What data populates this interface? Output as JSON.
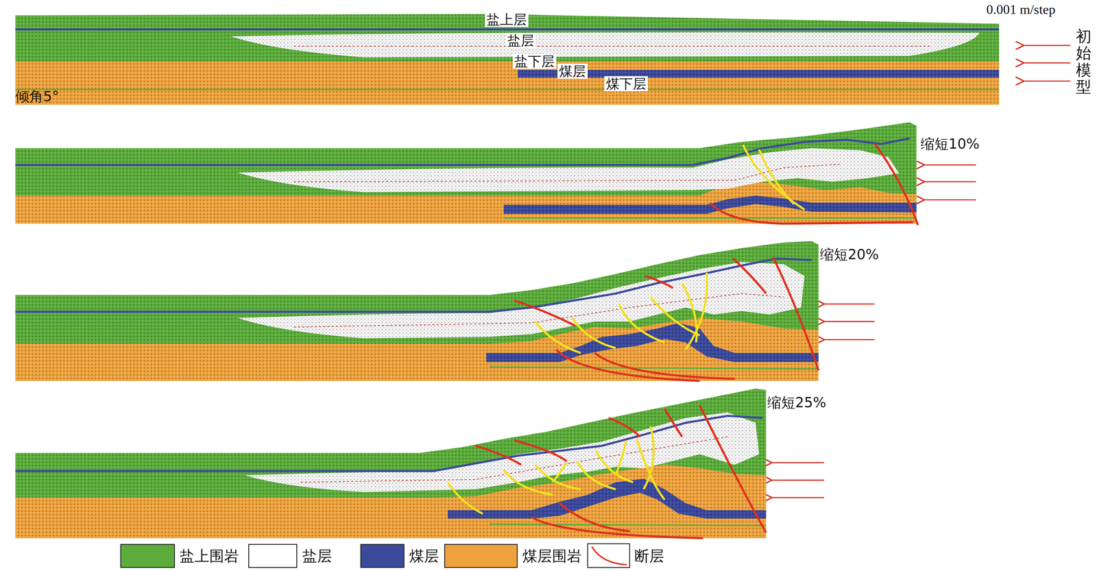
{
  "diagram": {
    "labels": [
      "0.001 m/step",
      "盐上层",
      "盐层",
      "盐下层",
      "煤层",
      "煤下层",
      "初始模型",
      "倾角5°",
      "缩短10%",
      "缩短20%",
      "缩短25%"
    ],
    "legend": [
      {
        "text": "盐上围岩",
        "color": "#5cac3c"
      },
      {
        "text": "盐层",
        "color": "#ffffff"
      },
      {
        "text": "煤层",
        "color": "#3c4a9c"
      },
      {
        "text": "煤层围岩",
        "color": "#eea23e"
      },
      {
        "text": "断层"
      }
    ]
  }
}
